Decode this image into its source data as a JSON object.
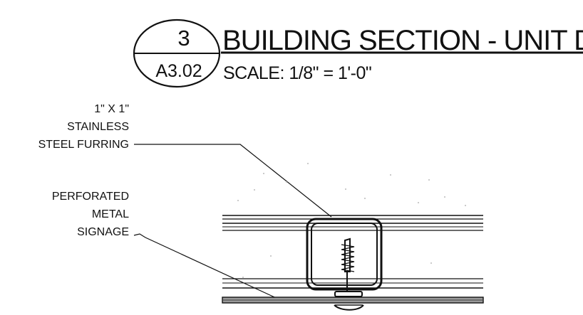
{
  "title_block": {
    "detail_number": "3",
    "sheet_number": "A3.02",
    "title": "BUILDING SECTION - UNIT D",
    "scale": "SCALE: 1/8\" = 1'-0\""
  },
  "callouts": {
    "furring": [
      "1\" X 1\"",
      "STAINLESS",
      "STEEL FURRING"
    ],
    "signage": [
      "PERFORATED",
      "METAL",
      "SIGNAGE"
    ]
  },
  "colors": {
    "linework": "#111111",
    "background": "#ffffff",
    "hatch_fill": "#9a9a9a"
  },
  "icons": {
    "screw": "screw-icon"
  }
}
